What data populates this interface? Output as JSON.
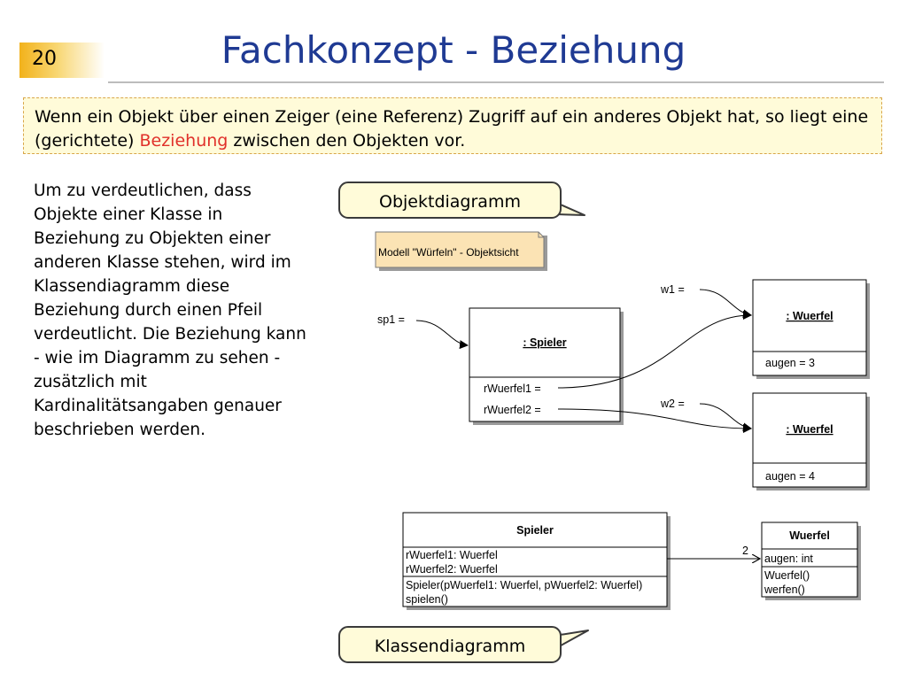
{
  "slide": {
    "number": "20",
    "title": "Fachkonzept - Beziehung"
  },
  "definition": {
    "before": "Wenn ein Objekt über einen Zeiger (eine Referenz) Zugriff auf ein anderes Objekt hat, so liegt eine (gerichtete) ",
    "highlight": "Beziehung",
    "after": " zwischen den Objekten vor."
  },
  "explanation": "Um zu verdeutlichen, dass Objekte einer Klasse in Beziehung zu Objekten einer anderen Klasse stehen, wird im Klassendiagramm diese Beziehung durch einen Pfeil verdeutlicht. Die Beziehung kann - wie im Diagramm zu sehen - zusätzlich mit Kardinalitätsangaben genauer beschrieben werden.",
  "callouts": {
    "object_diagram": "Objektdiagramm",
    "class_diagram": "Klassendiagramm"
  },
  "object_diagram": {
    "note": "Modell \"Würfeln\" - Objektsicht",
    "refs": {
      "sp1": "sp1  =",
      "w1": "w1  =",
      "w2": "w2  ="
    },
    "spieler": {
      "name": ": Spieler",
      "attr1": "rWuerfel1  =",
      "attr2": "rWuerfel2  ="
    },
    "wuerfel1": {
      "name": ": Wuerfel",
      "attr": "augen  =  3"
    },
    "wuerfel2": {
      "name": ": Wuerfel",
      "attr": "augen  =  4"
    }
  },
  "class_diagram": {
    "spieler": {
      "name": "Spieler",
      "attr1": "rWuerfel1: Wuerfel",
      "attr2": "rWuerfel2: Wuerfel",
      "op1": "Spieler(pWuerfel1: Wuerfel, pWuerfel2: Wuerfel)",
      "op2": "spielen()"
    },
    "wuerfel": {
      "name": "Wuerfel",
      "attr1": "augen: int",
      "op1": "Wuerfel()",
      "op2": "werfen()"
    },
    "multiplicity": "2"
  },
  "colors": {
    "title": "#1f3a93",
    "highlight": "#e0302a",
    "note_fill": "#fbe3b4",
    "callout_fill": "#fffbd9"
  }
}
